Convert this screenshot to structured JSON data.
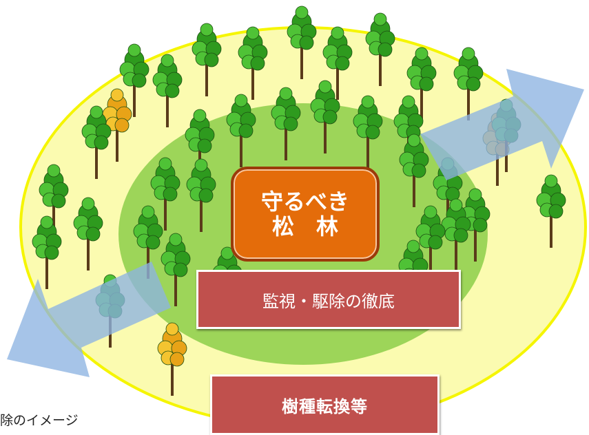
{
  "diagram": {
    "core_label_line1": "守るべき",
    "core_label_line2": "松　林",
    "inner_zone_label": "監視・駆除の徹底",
    "outer_zone_label": "樹種転換等",
    "caption_partial": "除のイメージ"
  },
  "colors": {
    "outer_zone": "#fbfbb0",
    "outer_zone_stroke": "#f5f500",
    "inner_zone": "#92d050",
    "core": "#e46c0a",
    "label_box": "#c0504d",
    "arrow": "#8db3e2",
    "tree_green": "#2e9a1e",
    "tree_autumn": "#e8a317"
  },
  "icons": [
    "pine-tree-icon",
    "autumn-tree-icon",
    "arrow-icon"
  ]
}
